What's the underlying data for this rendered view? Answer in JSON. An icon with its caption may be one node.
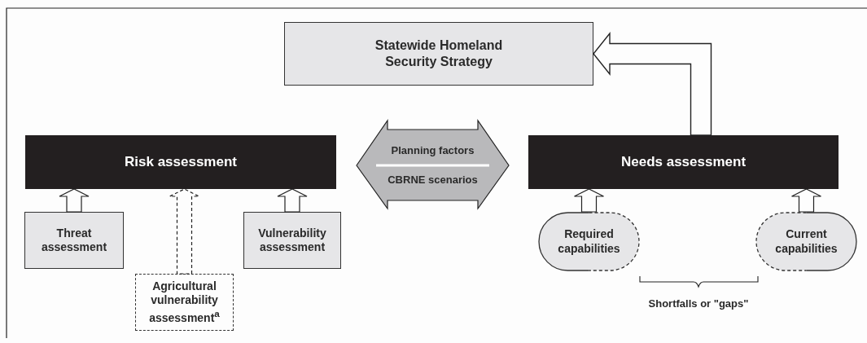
{
  "diagram": {
    "nodes": [
      {
        "text": [
          "Statewide Homeland Security Strategy"
        ]
      },
      {
        "text": [
          "Risk assessment"
        ]
      },
      {
        "text": [
          "Needs assessment"
        ]
      },
      {
        "text": [
          "Planning factors",
          "CBRNE scenarios"
        ]
      },
      {
        "text": [
          "Threat assessment"
        ]
      },
      {
        "text": [
          "Agricultural vulnerability assessment$^{a}$"
        ]
      },
      {
        "text": [
          "Vulnerability assessment"
        ]
      },
      {
        "text": [
          "Required capabilities"
        ]
      },
      {
        "text": [
          "Current capabilities"
        ]
      }
    ],
    "edges": [
      {
        "from": 4,
        "to": 1,
        "arrow": "to"
      },
      {
        "from": 5,
        "to": 1,
        "arrow": "to",
        "style": "dashed"
      },
      {
        "from": 6,
        "to": 1,
        "arrow": "to"
      },
      {
        "from": 7,
        "to": 2,
        "arrow": "to"
      },
      {
        "from": 8,
        "to": 2,
        "arrow": "to"
      },
      {
        "from": 2,
        "to": 0,
        "arrow": "to",
        "style": "thick"
      }
    ],
    "labels": [
      "Shortfalls or \"gaps\""
    ]
  }
}
